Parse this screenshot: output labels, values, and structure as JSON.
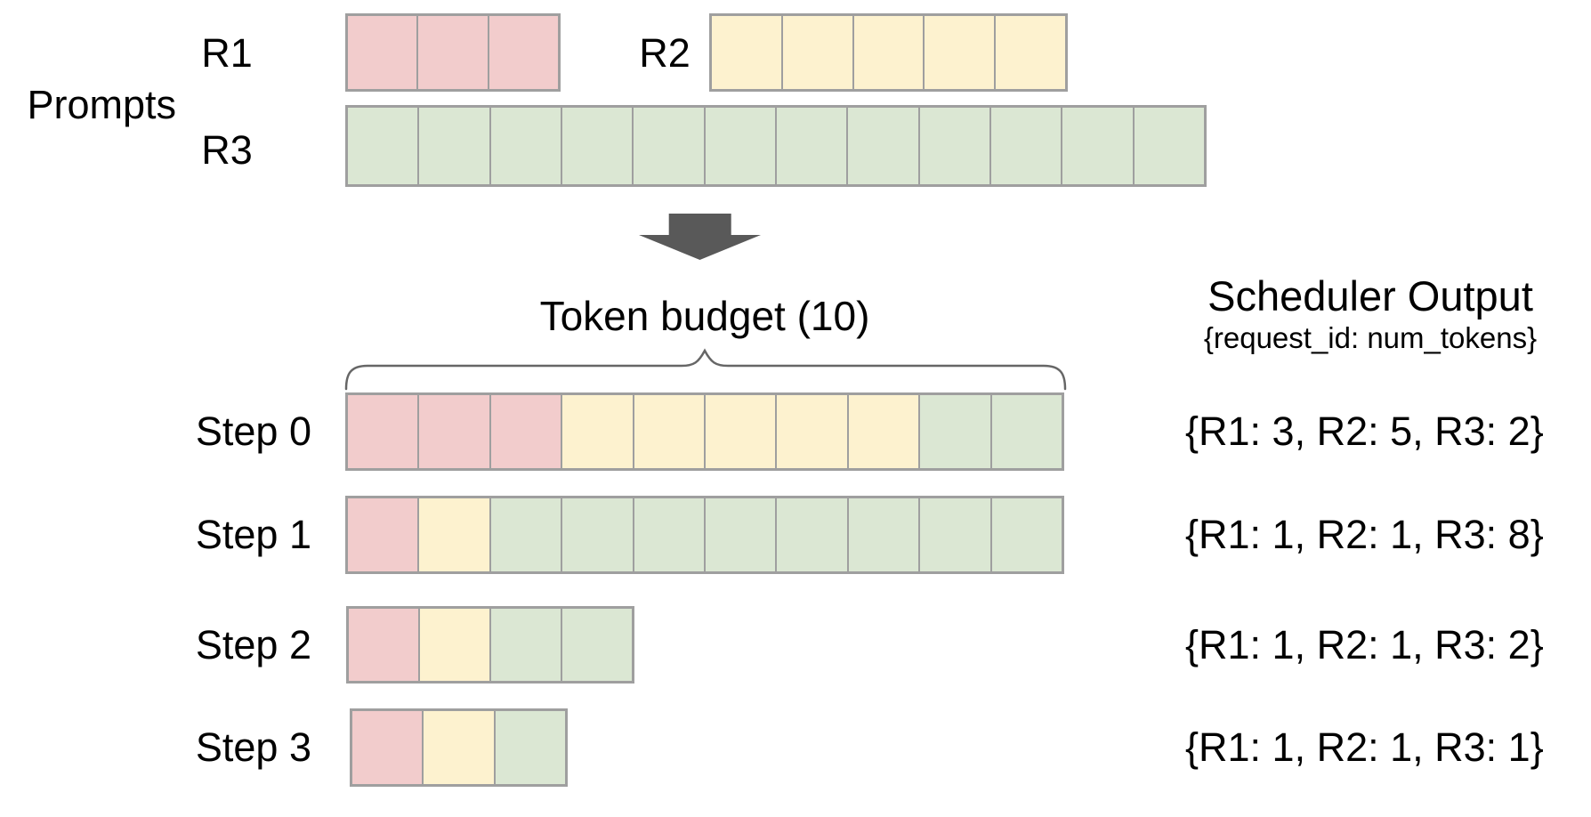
{
  "colors": {
    "R1": "#f2cccc",
    "R2": "#fdf2cf",
    "R3": "#dbe7d3",
    "cell_border": "#9f9f9f",
    "arrow": "#595959",
    "brace": "#666666",
    "text": "#000000",
    "background": "#ffffff"
  },
  "prompts": {
    "label": "Prompts",
    "rows": [
      {
        "label": "R1",
        "segments": [
          {
            "request": "R1",
            "tokens": 3
          }
        ]
      },
      {
        "label": "R2",
        "segments": [
          {
            "request": "R2",
            "tokens": 5
          }
        ]
      },
      {
        "label": "R3",
        "segments": [
          {
            "request": "R3",
            "tokens": 12
          }
        ]
      }
    ]
  },
  "icons": {
    "down_arrow": "down-arrow"
  },
  "token_budget": {
    "label": "Token budget (10)",
    "value": 10
  },
  "scheduler_output": {
    "title": "Scheduler Output",
    "subtitle": "{request_id: num_tokens}"
  },
  "steps": [
    {
      "label": "Step 0",
      "segments": [
        {
          "request": "R1",
          "tokens": 3
        },
        {
          "request": "R2",
          "tokens": 5
        },
        {
          "request": "R3",
          "tokens": 2
        }
      ],
      "output": "{R1: 3, R2: 5, R3: 2}"
    },
    {
      "label": "Step 1",
      "segments": [
        {
          "request": "R1",
          "tokens": 1
        },
        {
          "request": "R2",
          "tokens": 1
        },
        {
          "request": "R3",
          "tokens": 8
        }
      ],
      "output": "{R1: 1, R2: 1, R3: 8}"
    },
    {
      "label": "Step 2",
      "segments": [
        {
          "request": "R1",
          "tokens": 1
        },
        {
          "request": "R2",
          "tokens": 1
        },
        {
          "request": "R3",
          "tokens": 2
        }
      ],
      "output": "{R1: 1, R2: 1, R3: 2}"
    },
    {
      "label": "Step 3",
      "segments": [
        {
          "request": "R1",
          "tokens": 1
        },
        {
          "request": "R2",
          "tokens": 1
        },
        {
          "request": "R3",
          "tokens": 1
        }
      ],
      "output": "{R1: 1, R2: 1, R3: 1}"
    }
  ]
}
